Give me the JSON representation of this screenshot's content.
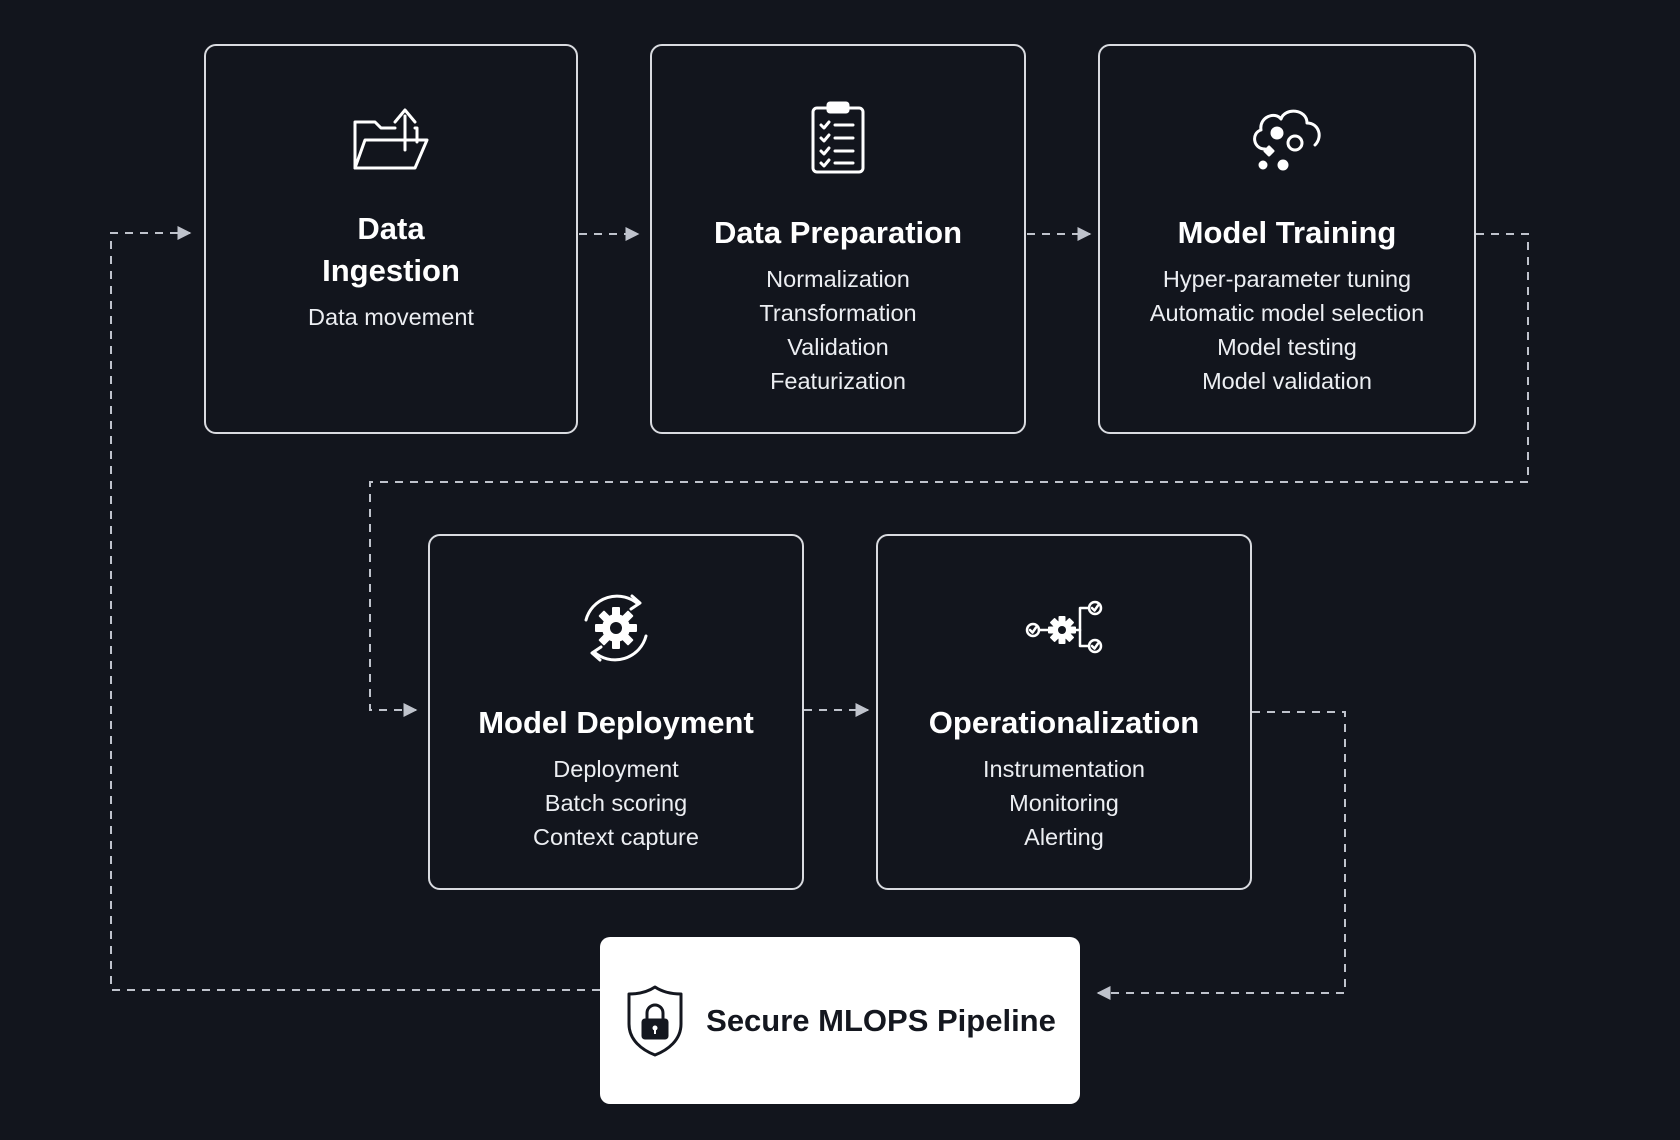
{
  "colors": {
    "background": "#12151d",
    "card_border": "#d9dbe0",
    "text": "#ffffff",
    "connector": "#bfc3cc",
    "pill_background": "#ffffff",
    "pill_text": "#14171f"
  },
  "stages": [
    {
      "id": "data-ingestion",
      "icon": "folder-upload-icon",
      "title": "Data Ingestion",
      "items": [
        "Data movement"
      ]
    },
    {
      "id": "data-preparation",
      "icon": "clipboard-checklist-icon",
      "title": "Data Preparation",
      "items": [
        "Normalization",
        "Transformation",
        "Validation",
        "Featurization"
      ]
    },
    {
      "id": "model-training",
      "icon": "cloud-network-icon",
      "title": "Model Training",
      "items": [
        "Hyper-parameter tuning",
        "Automatic model selection",
        "Model testing",
        "Model validation"
      ]
    },
    {
      "id": "model-deployment",
      "icon": "gear-cycle-icon",
      "title": "Model Deployment",
      "items": [
        "Deployment",
        "Batch scoring",
        "Context capture"
      ]
    },
    {
      "id": "operationalization",
      "icon": "gear-workflow-icon",
      "title": "Operationalization",
      "items": [
        "Instrumentation",
        "Monitoring",
        "Alerting"
      ]
    }
  ],
  "pipeline": {
    "icon": "shield-lock-icon",
    "label": "Secure MLOPS Pipeline"
  }
}
